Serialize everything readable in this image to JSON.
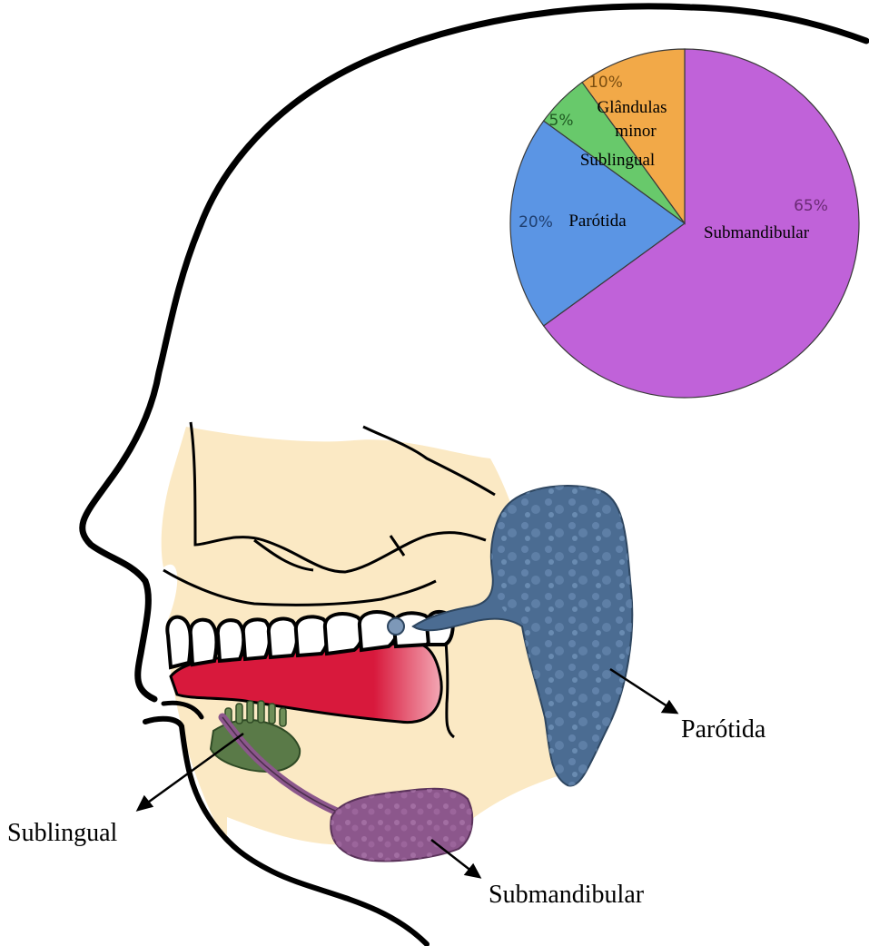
{
  "chart_data": {
    "type": "pie",
    "slices": [
      {
        "pct_label": "65%",
        "name": "Submandibular",
        "value": 65,
        "color": "#c062d9"
      },
      {
        "pct_label": "20%",
        "name": "Parótida",
        "value": 20,
        "color": "#5b95e4"
      },
      {
        "pct_label": "5%",
        "name": "Sublingual",
        "value": 5,
        "color": "#68c96b"
      },
      {
        "pct_label": "10%",
        "name_line1": "Glândulas",
        "name_line2": "minor",
        "value": 10,
        "color": "#f2a948"
      }
    ]
  },
  "labels": {
    "parotid": "Parótida",
    "sublingual": "Sublingual",
    "submandibular": "Submandibular"
  },
  "colors": {
    "outline": "#000000",
    "skin": "#fbe9c4",
    "gum": "#d8193c",
    "parotid": "#4b6c92",
    "sublingual": "#5a7a48",
    "submandibular": "#8c578c",
    "tooth": "#ffffff"
  }
}
